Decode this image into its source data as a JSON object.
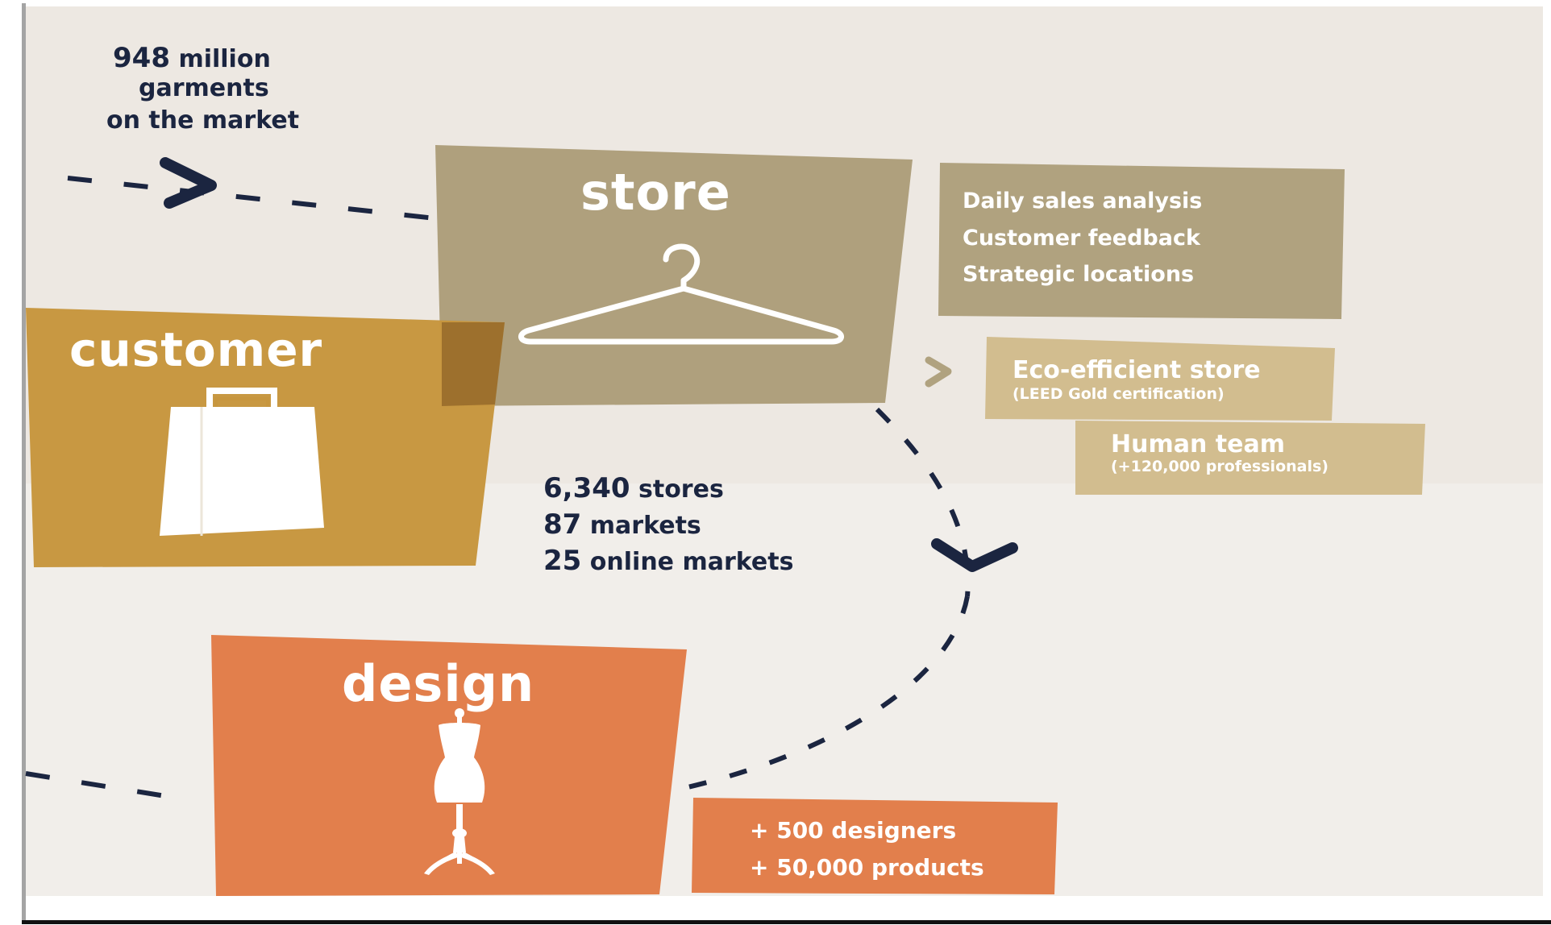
{
  "top_stat": {
    "number": "948",
    "line1_rest": "million",
    "line2": "garments",
    "line3": "on the market"
  },
  "store": {
    "title": "store",
    "color": "#afa07d",
    "info": [
      "Daily sales analysis",
      "Customer feedback",
      "Strategic locations"
    ],
    "info_color": "#b0a27f"
  },
  "eco": {
    "title": "Eco-efficient store",
    "subtitle": "(LEED Gold certification)",
    "color": "#d2bd8f"
  },
  "team": {
    "title": "Human team",
    "subtitle": "(+120,000 professionals)",
    "color": "#d2bd8f"
  },
  "customer": {
    "title": "customer",
    "color": "#c7963e"
  },
  "middle_stats": [
    {
      "number": "6,340",
      "label": "stores"
    },
    {
      "number": "87",
      "label": "markets"
    },
    {
      "number": "25",
      "label": "online markets"
    }
  ],
  "design": {
    "title": "design",
    "color": "#e27f4c",
    "info": [
      "+ 500 designers",
      "+ 50,000 products"
    ]
  },
  "icons": [
    "hanger-icon",
    "shopping-bag-icon",
    "mannequin-icon",
    "chevron-right-icon",
    "chevron-down-icon"
  ],
  "colors": {
    "navy": "#1b2540",
    "background": "#ede8e2"
  }
}
